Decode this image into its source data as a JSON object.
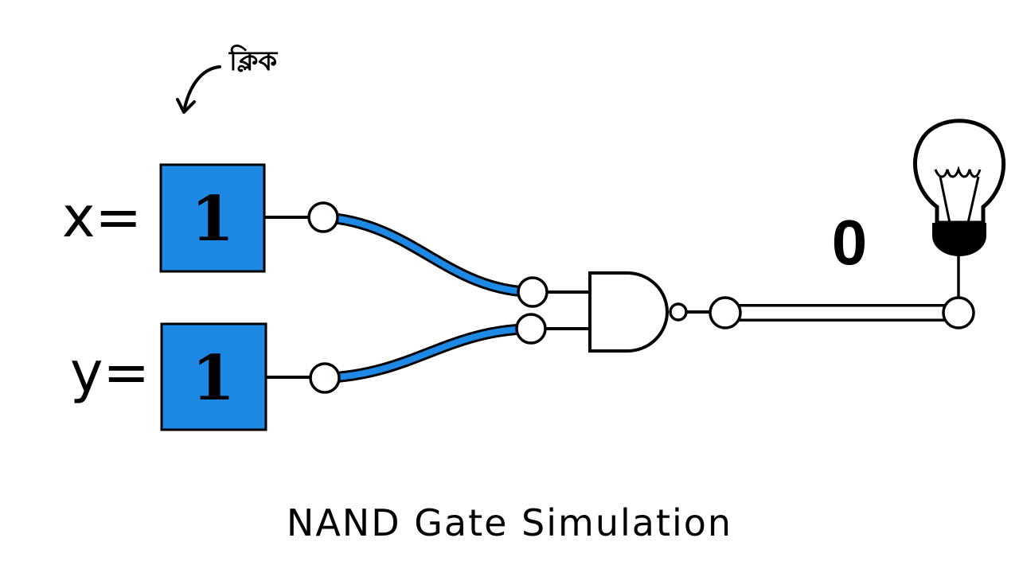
{
  "hint": {
    "text": "ক্লিক",
    "icon": "curved-arrow-down-icon"
  },
  "inputs": [
    {
      "label": "x=",
      "value": "1",
      "state": "on"
    },
    {
      "label": "y=",
      "value": "1",
      "state": "on"
    }
  ],
  "gate": {
    "type": "NAND",
    "icon": "nand-gate-icon"
  },
  "output": {
    "value": "0",
    "state": "off",
    "icon": "light-bulb-off-icon"
  },
  "title": "NAND Gate Simulation",
  "colors": {
    "active_wire": "#1E88E5",
    "input_box": "#1E88E5",
    "inactive_wire": "#ffffff",
    "stroke": "#000000",
    "background": "#ffffff"
  }
}
